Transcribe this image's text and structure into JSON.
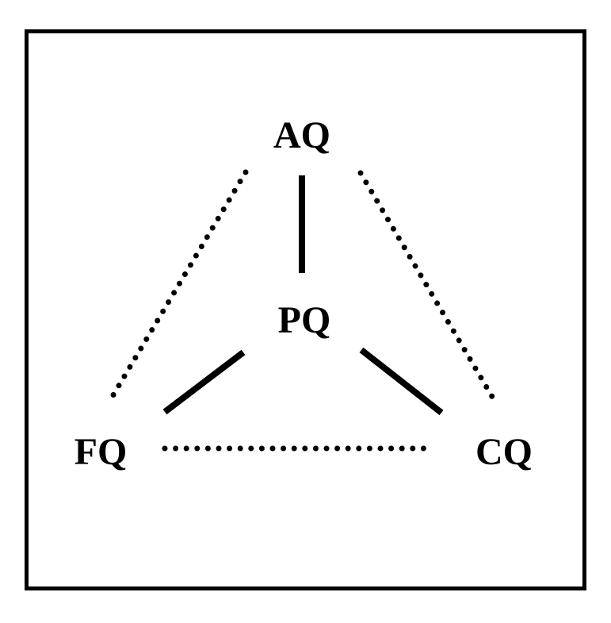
{
  "diagram": {
    "nodes": {
      "aq": {
        "label": "AQ"
      },
      "pq": {
        "label": "PQ"
      },
      "fq": {
        "label": "FQ"
      },
      "cq": {
        "label": "CQ"
      }
    },
    "edges": [
      {
        "from": "AQ",
        "to": "PQ",
        "style": "solid"
      },
      {
        "from": "PQ",
        "to": "FQ",
        "style": "solid"
      },
      {
        "from": "PQ",
        "to": "CQ",
        "style": "solid"
      },
      {
        "from": "AQ",
        "to": "FQ",
        "style": "dotted"
      },
      {
        "from": "AQ",
        "to": "CQ",
        "style": "dotted"
      },
      {
        "from": "FQ",
        "to": "CQ",
        "style": "dotted"
      }
    ],
    "colors": {
      "stroke": "#000000",
      "background": "#ffffff"
    }
  }
}
